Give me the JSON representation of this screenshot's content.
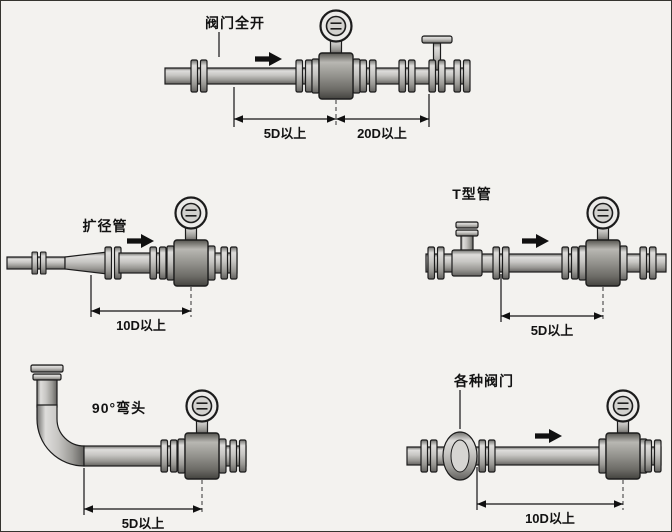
{
  "colors": {
    "background": "#f3f2ef",
    "outline": "#1c1c1c",
    "metal_light": "#dedddb",
    "metal_dark": "#63625f",
    "arrow": "#101010"
  },
  "diagrams": {
    "valve_open": {
      "label": "阀门全开",
      "dim_upstream": "5D以上",
      "dim_downstream": "20D以上"
    },
    "reducer": {
      "label": "扩径管",
      "dim": "10D以上"
    },
    "tee": {
      "label": "T型管",
      "dim": "5D以上"
    },
    "elbow": {
      "label": "90°弯头",
      "dim": "5D以上"
    },
    "valves": {
      "label": "各种阀门",
      "dim": "10D以上"
    }
  }
}
